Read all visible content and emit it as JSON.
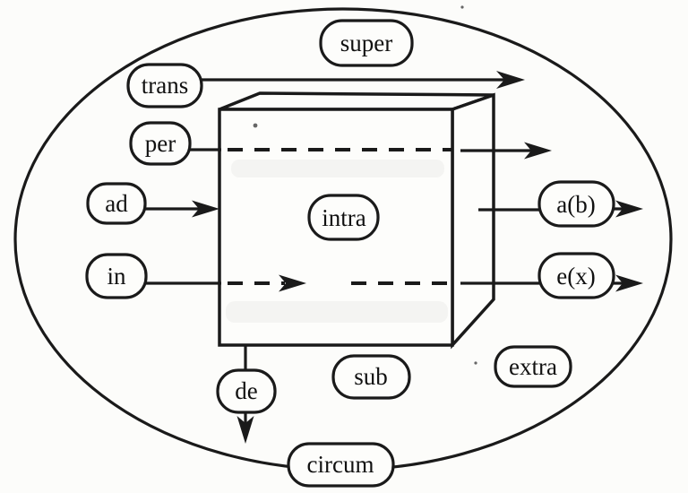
{
  "diagram": {
    "description": "Latin spatial prefixes diagram: ellipse enclosing a shaded cube with labelled arrows",
    "colors": {
      "ink": "#1a1a1a",
      "paper": "#fcfcfa",
      "cube_fill": "#d6d6d3",
      "pill_fill": "#fdfdfb"
    },
    "labels": {
      "super": "super",
      "trans": "trans",
      "per": "per",
      "ad": "ad",
      "in": "in",
      "intra": "intra",
      "a_b": "a(b)",
      "e_x": "e(x)",
      "extra": "extra",
      "sub": "sub",
      "de": "de",
      "circum": "circum"
    }
  }
}
